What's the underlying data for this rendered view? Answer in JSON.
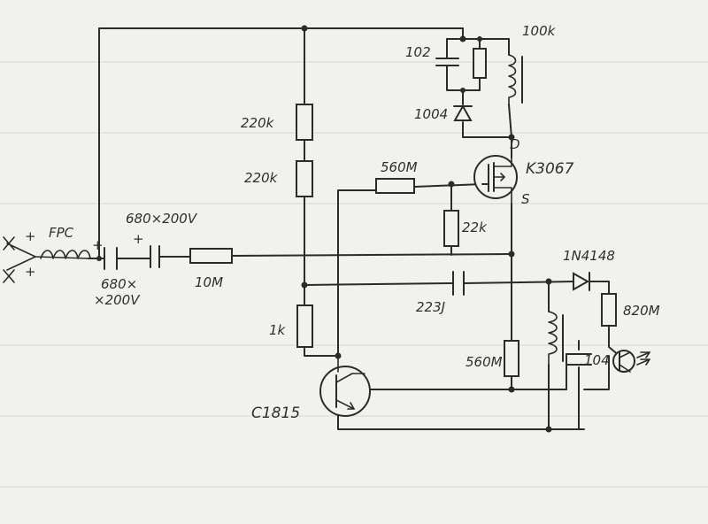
{
  "labels": {
    "c_top": "102",
    "r_top": "100k",
    "diode_top": "1004",
    "r1": "220k",
    "r2": "220k",
    "r_gate": "560M",
    "mosfet": "K3067",
    "drain": "D",
    "source": "S",
    "r_gs": "22k",
    "plus_a": "+",
    "plus_b": "+",
    "coil": "FPC",
    "c_series2": "680×200V",
    "plus_c": "+",
    "plus_d": "+",
    "c_series1": "680×",
    "c_series1_b": "×200V",
    "r_10m": "10M",
    "diode_mid": "1N4148",
    "c_223": "223J",
    "r_820": "820M",
    "r_1k": "1k",
    "r_560_low": "560M",
    "c_104": "104",
    "transistor": "C1815"
  }
}
